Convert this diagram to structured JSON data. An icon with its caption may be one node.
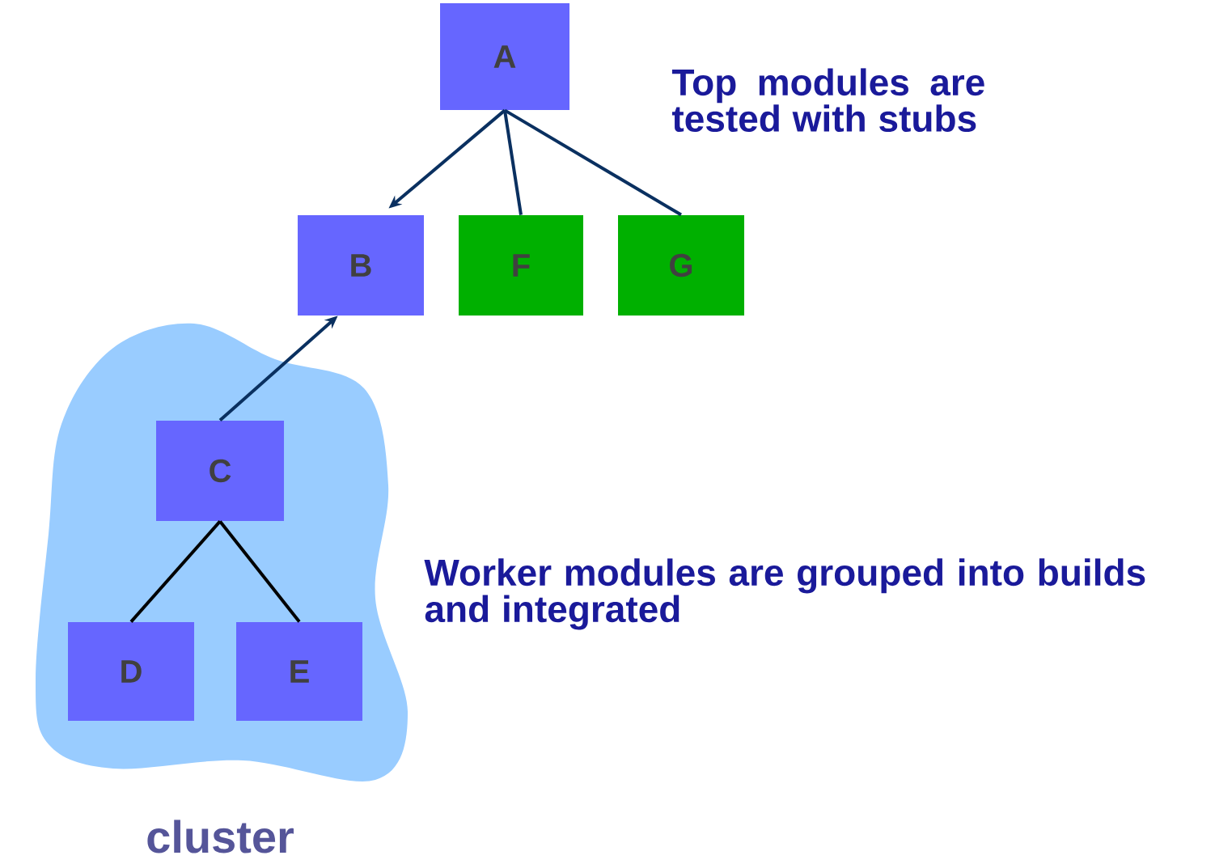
{
  "diagram": {
    "nodes": [
      {
        "text": [
          "A"
        ]
      },
      {
        "text": [
          "B"
        ]
      },
      {
        "text": [
          "F"
        ]
      },
      {
        "text": [
          "G"
        ]
      },
      {
        "text": [],
        "shape": "cloud",
        "beside": [
          "cluster"
        ]
      },
      {
        "text": [
          "C"
        ],
        "in": 4
      },
      {
        "text": [
          "D"
        ],
        "in": 4
      },
      {
        "text": [
          "E"
        ],
        "in": 4
      }
    ],
    "edges": [
      {
        "from": 0,
        "to": 1,
        "arrow": "to"
      },
      {
        "from": 0,
        "to": 2,
        "arrow": "none"
      },
      {
        "from": 0,
        "to": 3,
        "arrow": "none"
      },
      {
        "from": 5,
        "to": 1,
        "arrow": "to"
      },
      {
        "from": 5,
        "to": 6,
        "arrow": "none",
        "color": "#000000"
      },
      {
        "from": 5,
        "to": 7,
        "arrow": "none",
        "color": "#000000"
      }
    ],
    "labels": [
      "Top modules are tested with stubs",
      "Worker modules are grouped into builds and integrated"
    ]
  }
}
